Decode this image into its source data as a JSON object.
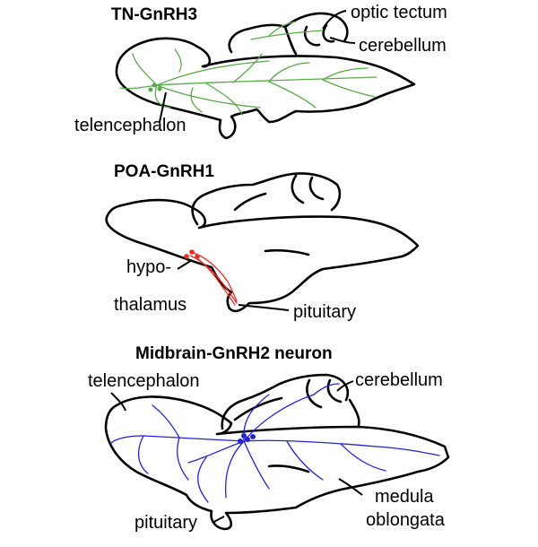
{
  "panels": [
    {
      "title": "TN-GnRH3",
      "color": "#5aa84a",
      "labels": {
        "optic_tectum": "optic tectum",
        "cerebellum": "cerebellum",
        "telencephalon": "telencephalon"
      }
    },
    {
      "title": "POA-GnRH1",
      "color": "#e0302a",
      "labels": {
        "hypo_line1": "hypo-",
        "hypo_line2": "thalamus",
        "pituitary": "pituitary"
      }
    },
    {
      "title": "Midbrain-GnRH2 neuron",
      "color": "#2323d0",
      "labels": {
        "telencephalon": "telencephalon",
        "cerebellum": "cerebellum",
        "medula_line1": "medula",
        "medula_line2": "oblongata",
        "pituitary": "pituitary"
      }
    }
  ]
}
